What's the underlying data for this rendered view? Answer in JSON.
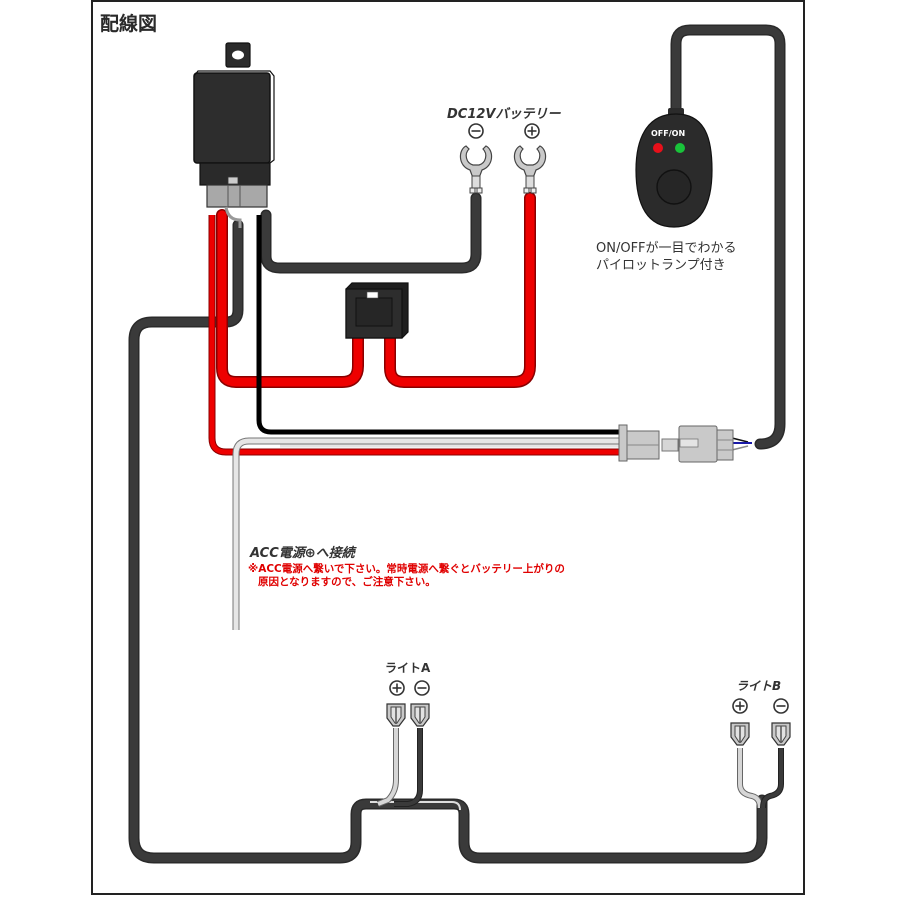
{
  "title": "配線図",
  "battery": {
    "label": "DC12Vバッテリー",
    "negative_symbol": "⊖",
    "positive_symbol": "⊕"
  },
  "switch": {
    "indicator_label": "OFF/ON",
    "description_line1": "ON/OFFが一目でわかる",
    "description_line2": "パイロットランプ付き",
    "led_off_color": "#e8101a",
    "led_on_color": "#19c33a"
  },
  "acc": {
    "label": "ACC電源⊕へ接続",
    "note_line1": "※ACC電源へ繋いで下さい。常時電源へ繋ぐとバッテリー上がりの",
    "note_line2": "原因となりますので、ご注意下さい。"
  },
  "light_a": {
    "label": "ライトA",
    "positive_symbol": "⊕",
    "negative_symbol": "⊖"
  },
  "light_b": {
    "label": "ライトB",
    "positive_symbol": "⊕",
    "negative_symbol": "⊖"
  },
  "colors": {
    "red_wire": "#ee0000",
    "black_wire": "#111111",
    "dark_wire": "#333333",
    "white_wire": "#e8e8e8",
    "connector_gray": "#c8c8c8",
    "warning_text": "#e00000"
  }
}
